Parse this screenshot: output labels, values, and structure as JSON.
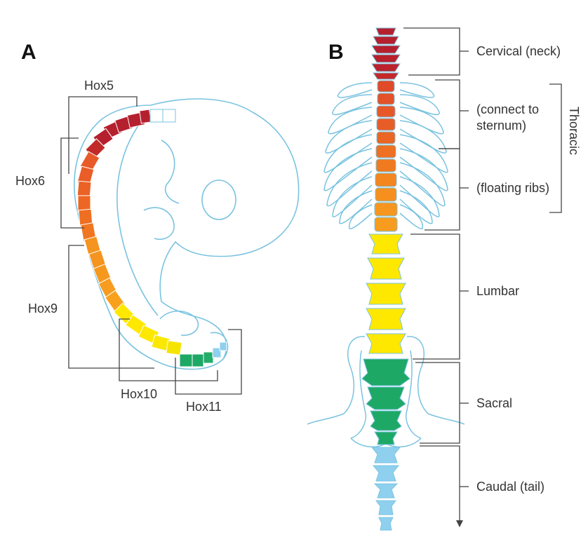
{
  "panels": {
    "a": {
      "letter": "A",
      "hox_labels": [
        "Hox5",
        "Hox6",
        "Hox9",
        "Hox10",
        "Hox11"
      ]
    },
    "b": {
      "letter": "B",
      "regions": {
        "cervical": "Cervical (neck)",
        "connect_line1": "(connect to",
        "connect_line2": "sternum)",
        "floating": "(floating ribs)",
        "thoracic": "Thoracic",
        "lumbar": "Lumbar",
        "sacral": "Sacral",
        "caudal": "Caudal (tail)"
      }
    }
  },
  "colors": {
    "cervical": "#b5202e",
    "thoracic_upper": "#e85a28",
    "thoracic_lower": "#f5941e",
    "lumbar": "#ffe800",
    "sacral": "#1ea866",
    "caudal": "#8fd0ef",
    "outline": "#7ac3e0"
  }
}
